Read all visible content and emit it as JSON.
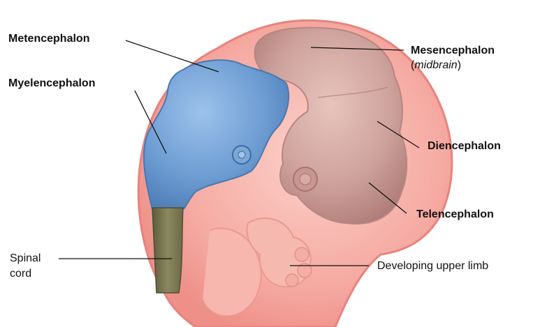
{
  "labels": {
    "metencephalon": "Metencephalon",
    "myelencephalon": "Myelencephalon",
    "mesencephalon": "Mesencephalon",
    "midbrain_open": "(",
    "midbrain": "midbrain",
    "midbrain_close": ")",
    "diencephalon": "Diencephalon",
    "telencephalon": "Telencephalon",
    "spinal_line1": "Spinal",
    "spinal_line2": "cord",
    "upper_limb": "Developing upper limb"
  },
  "colors": {
    "embryo_skin": "#f4a6a0",
    "skin_outline": "#e8837c",
    "hindbrain_blue": "#6f9ed4",
    "forebrain_mauve": "#c89894",
    "spinal_cord_olive": "#7d7a55",
    "leader_line": "#111111"
  }
}
